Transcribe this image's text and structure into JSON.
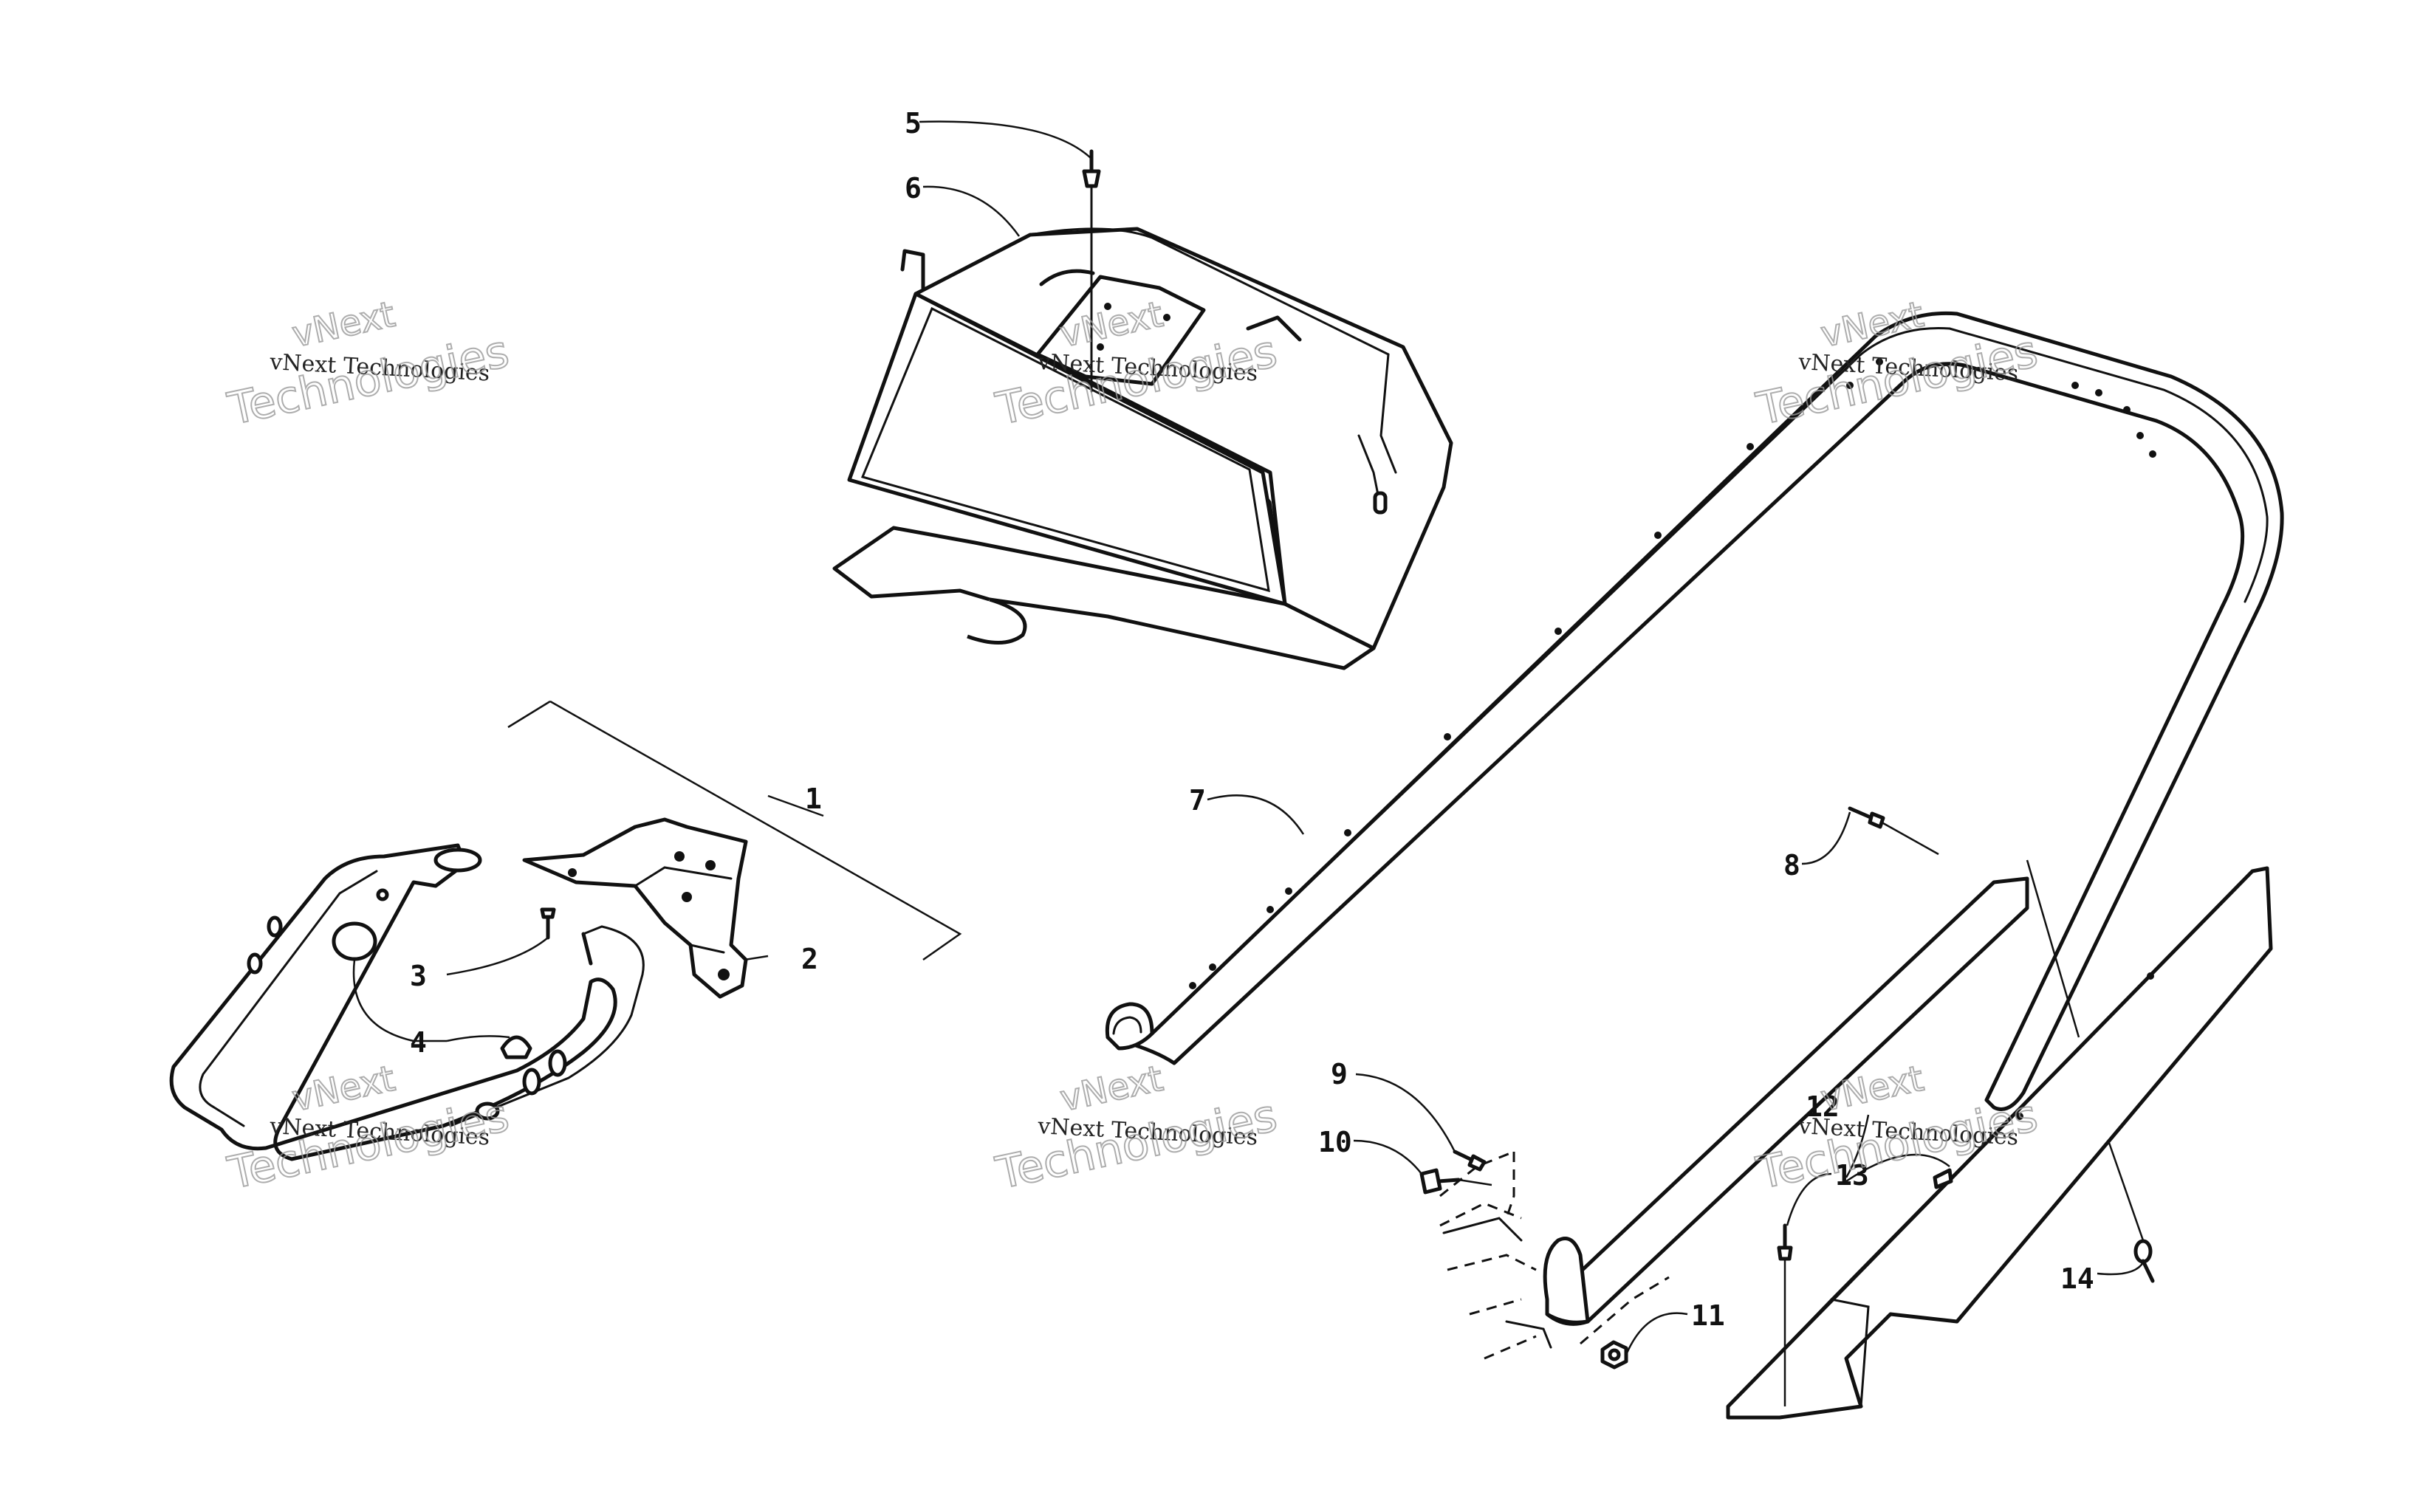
{
  "callouts": [
    {
      "label": "1"
    },
    {
      "label": "2"
    },
    {
      "label": "3"
    },
    {
      "label": "4"
    },
    {
      "label": "5"
    },
    {
      "label": "6"
    },
    {
      "label": "7"
    },
    {
      "label": "8"
    },
    {
      "label": "9"
    },
    {
      "label": "10"
    },
    {
      "label": "11"
    },
    {
      "label": "12"
    },
    {
      "label": "13"
    },
    {
      "label": "14"
    }
  ],
  "watermark": {
    "line": "vNext Technologies",
    "word1": "vNext",
    "word2": "Technologies"
  }
}
